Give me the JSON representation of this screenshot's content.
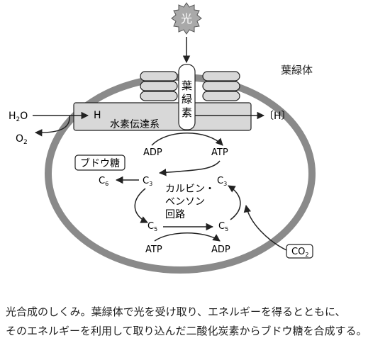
{
  "diagram": {
    "light": "光",
    "chloroplast_label": "葉緑体",
    "chlorophyll": [
      "葉",
      "緑",
      "素"
    ],
    "h2o": {
      "base": "H",
      "sub": "2",
      "tail": "O"
    },
    "o2": {
      "base": "O",
      "sub": "2"
    },
    "h": "H",
    "h_bracket": "〔H〕",
    "electron_transport": "水素伝達系",
    "adp_top": "ADP",
    "atp_top": "ATP",
    "glucose_box": "ブドウ糖",
    "c6": {
      "base": "C",
      "sub": "6"
    },
    "c3_left": {
      "base": "C",
      "sub": "3"
    },
    "c3_right": {
      "base": "C",
      "sub": "3"
    },
    "calvin": [
      "カルビン・",
      "ベンソン",
      "回路"
    ],
    "c5_left": {
      "base": "C",
      "sub": "5"
    },
    "c5_right": {
      "base": "C",
      "sub": "5"
    },
    "atp_bottom": "ATP",
    "adp_bottom": "ADP",
    "co2": {
      "base": "CO",
      "sub": "2"
    }
  },
  "caption": [
    "光合成のしくみ。葉緑体で光を受け取り、エネルギーを得るとともに、",
    "そのエネルギーを利用して取り込んだ二酸化炭素からブドウ糖を合成する。"
  ],
  "colors": {
    "envelope": "#8a8a8a",
    "thylakoid_fill": "#d8d8d8",
    "sun_fill": "#a9a9a9",
    "stroke": "#222222"
  }
}
